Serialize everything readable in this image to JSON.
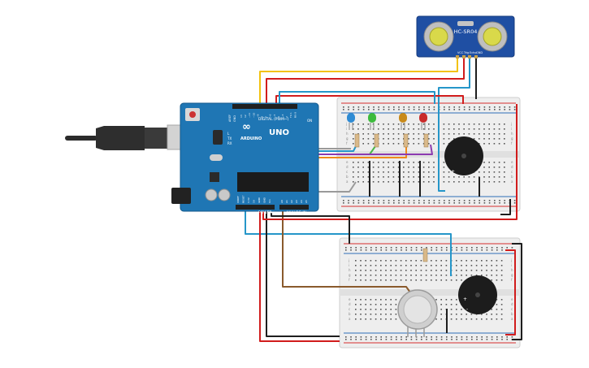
{
  "sensor": {
    "label": "HC-SR04",
    "pins": [
      "VCC",
      "Trig",
      "Echo",
      "GND"
    ]
  },
  "arduino": {
    "brand": "ARDUINO",
    "model": "UNO",
    "digital_header": "DIGITAL (PWM~)",
    "power_header": "POWER",
    "analog_header": "ANALOG IN",
    "aref": "AREF",
    "gnd": "GND",
    "tx": "TX",
    "rx": "RX",
    "on": "ON",
    "l": "L",
    "digital_pins": [
      "13",
      "12",
      "~11",
      "~10",
      "~9",
      "8",
      "7",
      "~6",
      "~5",
      "4",
      "~3",
      "2",
      "TX 1",
      "RX 0"
    ],
    "power_pins": [
      "IOREF",
      "RESET",
      "3.3V",
      "5V",
      "GND",
      "GND",
      "Vin"
    ],
    "analog_pins": [
      "A0",
      "A1",
      "A2",
      "A3",
      "A4",
      "A5"
    ]
  },
  "breadboard_rows": [
    "a",
    "b",
    "c",
    "d",
    "e",
    "f",
    "g",
    "h",
    "i",
    "j"
  ],
  "buzzer_marks": {
    "plus": "+",
    "minus": "-"
  },
  "colors": {
    "board_blue": "#1f76b4",
    "breadboard": "#f2f2f2",
    "rail_red": "#d62f2f",
    "rail_blue": "#2d6fb8",
    "wire_red": "#d11c1c",
    "wire_black": "#1e1e1e",
    "wire_yellow": "#f2c20f",
    "wire_blue": "#2596c9",
    "wire_green": "#49b948",
    "wire_orange": "#ef8a1b",
    "wire_purple": "#8c3ab0",
    "wire_brown": "#8a5a2c",
    "wire_gray": "#9a9a9a",
    "led_blue": "#2e8bd4",
    "led_green": "#3dbb3d",
    "led_orange": "#c88a1a",
    "led_red": "#c92a2a"
  }
}
